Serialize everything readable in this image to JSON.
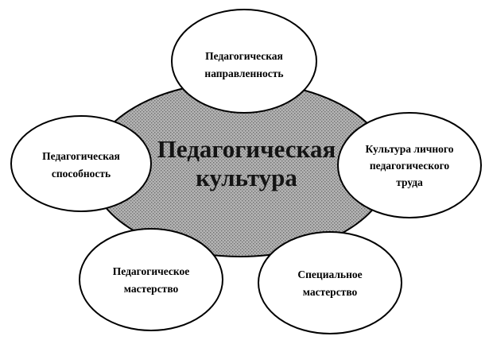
{
  "colors": {
    "center_fill": "#b4b4b4",
    "center_dots": "#6e6e6e",
    "outline": "#000000",
    "node_fill": "#ffffff"
  },
  "center": {
    "lines": [
      "Педагогическая",
      "культура"
    ]
  },
  "nodes": [
    {
      "id": "pedagogical-orientation",
      "lines": [
        "Педагогическая",
        "направленность"
      ]
    },
    {
      "id": "pedagogical-ability",
      "lines": [
        "Педагогическая",
        "способность"
      ]
    },
    {
      "id": "culture-of-personal-work",
      "lines": [
        "Культура личного",
        "педагогического",
        "труда"
      ]
    },
    {
      "id": "pedagogical-mastery",
      "lines": [
        "Педагогическое",
        "мастерство"
      ]
    },
    {
      "id": "special-mastery",
      "lines": [
        "Специальное",
        "мастерство"
      ]
    }
  ]
}
